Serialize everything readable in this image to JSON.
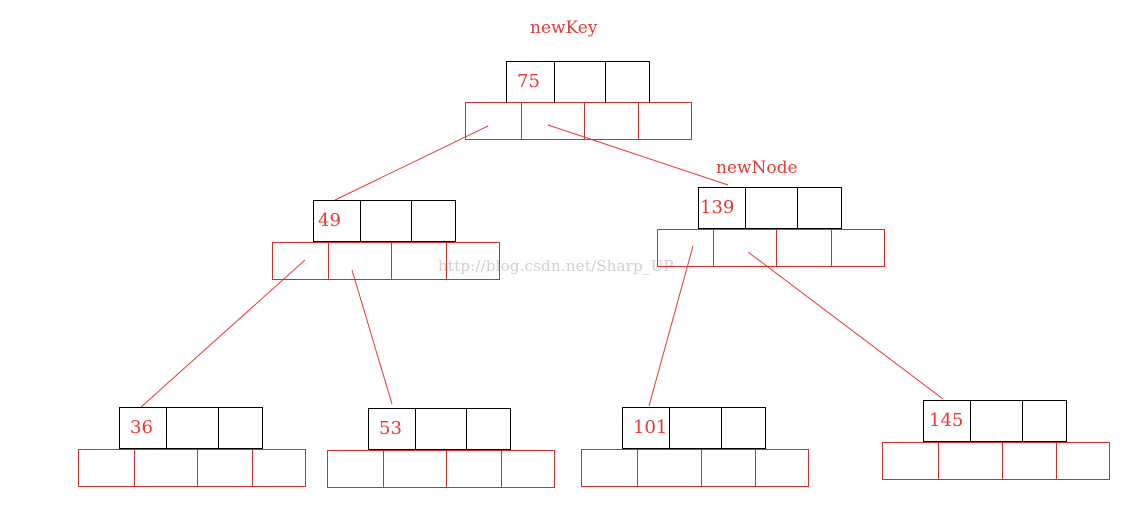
{
  "labels": {
    "new_key": "newKey",
    "new_node": "newNode"
  },
  "watermark": "http://blog.csdn.net/Sharp_UP",
  "nodes": {
    "root": {
      "key": "75"
    },
    "left": {
      "key": "49"
    },
    "right": {
      "key": "139"
    },
    "leaf_1": {
      "key": "36"
    },
    "leaf_2": {
      "key": "53"
    },
    "leaf_3": {
      "key": "101"
    },
    "leaf_4": {
      "key": "145"
    }
  },
  "colors": {
    "key_border": "#000000",
    "pointer_border": "#d32f2f",
    "text": "#e53935",
    "edge": "#e53935"
  }
}
